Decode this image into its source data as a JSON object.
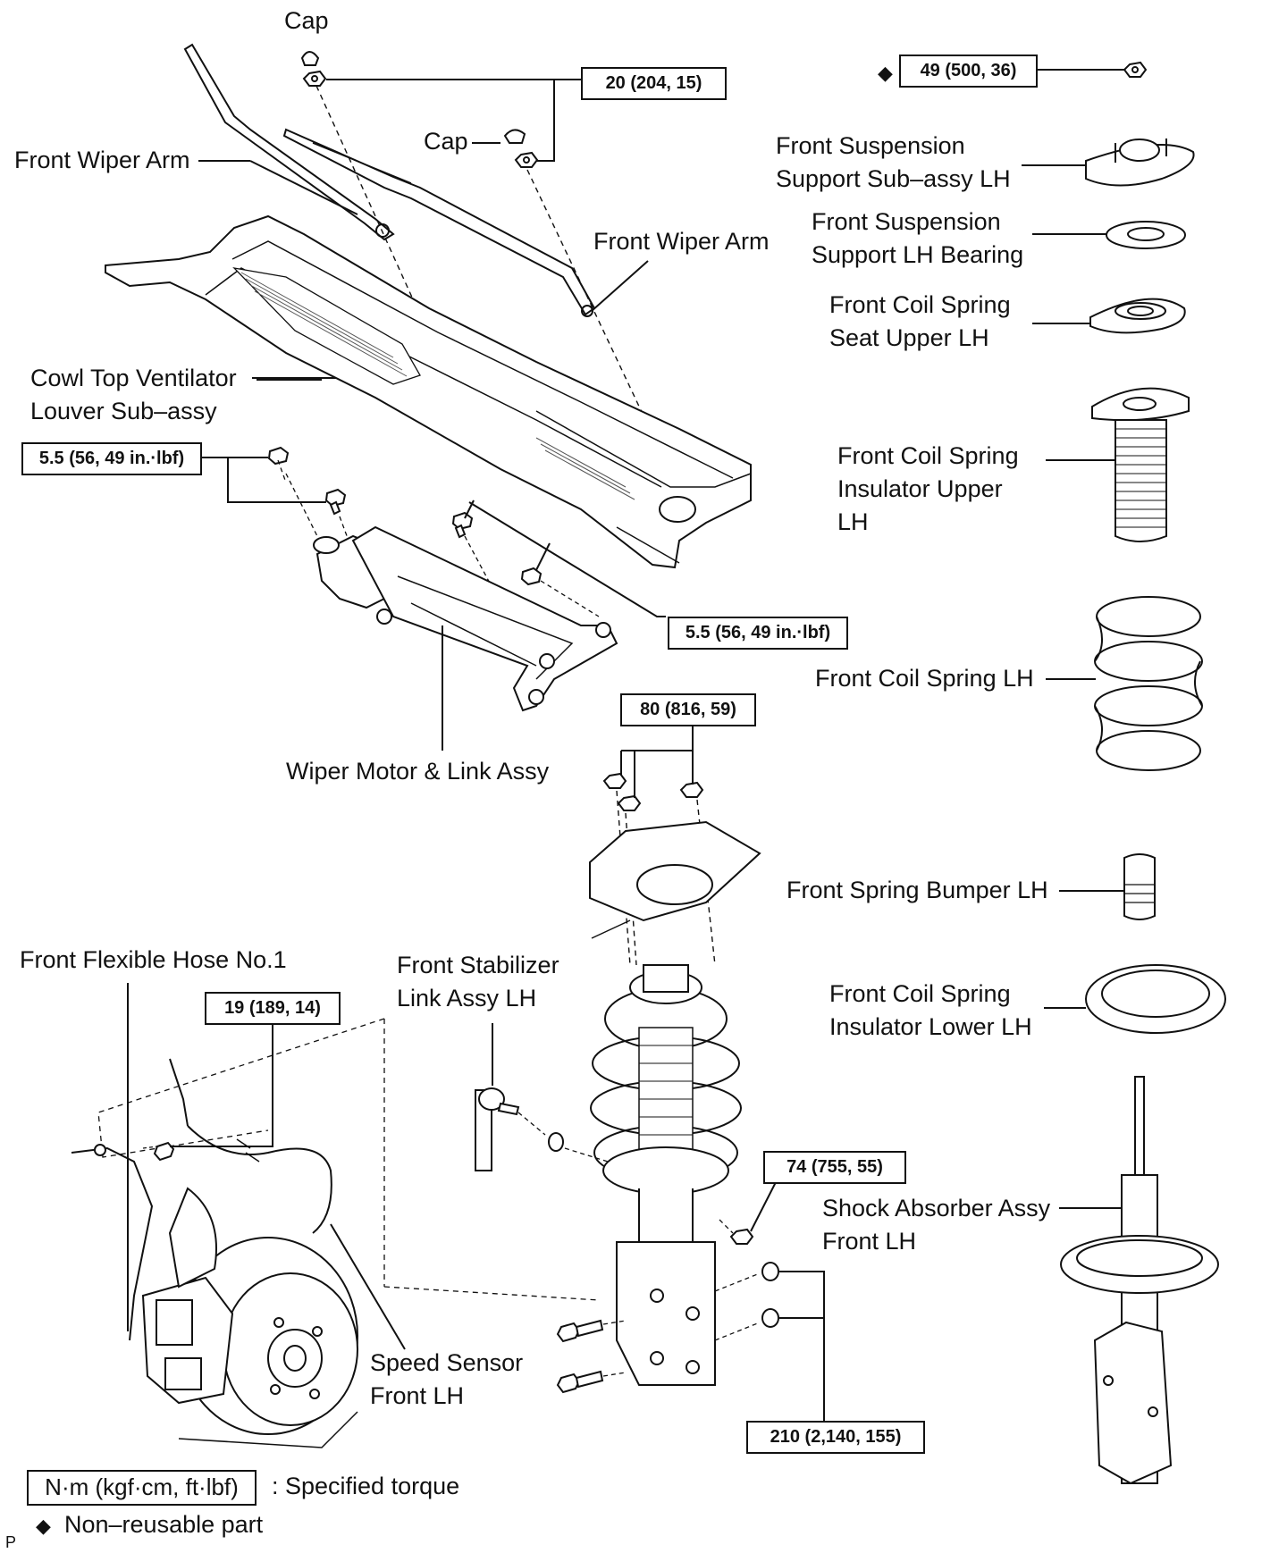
{
  "labels": {
    "cap_top": "Cap",
    "cap_mid": "Cap",
    "front_wiper_arm_left": "Front Wiper Arm",
    "front_wiper_arm_right": "Front Wiper Arm",
    "cowl_top_1": "Cowl Top Ventilator",
    "cowl_top_2": "Louver Sub–assy",
    "wiper_motor_link": "Wiper Motor & Link Assy",
    "support_subassy_1": "Front Suspension",
    "support_subassy_2": "Support Sub–assy LH",
    "support_bearing_1": "Front Suspension",
    "support_bearing_2": "Support LH Bearing",
    "seat_upper_1": "Front Coil Spring",
    "seat_upper_2": "Seat Upper LH",
    "insulator_upper_1": "Front Coil Spring",
    "insulator_upper_2": "Insulator Upper",
    "insulator_upper_3": "LH",
    "coil_spring": "Front Coil Spring LH",
    "spring_bumper": "Front Spring Bumper LH",
    "insulator_lower_1": "Front Coil Spring",
    "insulator_lower_2": "Insulator Lower LH",
    "shock_absorber_1": "Shock Absorber Assy",
    "shock_absorber_2": "Front LH",
    "flexible_hose": "Front Flexible Hose No.1",
    "stabilizer_link_1": "Front Stabilizer",
    "stabilizer_link_2": "Link Assy LH",
    "speed_sensor_1": "Speed Sensor",
    "speed_sensor_2": "Front LH"
  },
  "torques": {
    "wiper_arm_nut": "20 (204, 15)",
    "support_nut": "49 (500, 36)",
    "cowl_bolt": "5.5 (56, 49 in.·lbf)",
    "motor_bolt": "5.5 (56, 49 in.·lbf)",
    "upper_nuts": "80 (816, 59)",
    "hose_bolt": "19 (189, 14)",
    "stabilizer_nut": "74 (755, 55)",
    "knuckle_bolts": "210 (2,140, 155)"
  },
  "legend": {
    "unit_box": "N·m (kgf·cm, ft·lbf)",
    "unit_desc": ": Specified torque",
    "diamond": "◆",
    "nonreusable": "Non–reusable part"
  },
  "corner_mark": "P"
}
